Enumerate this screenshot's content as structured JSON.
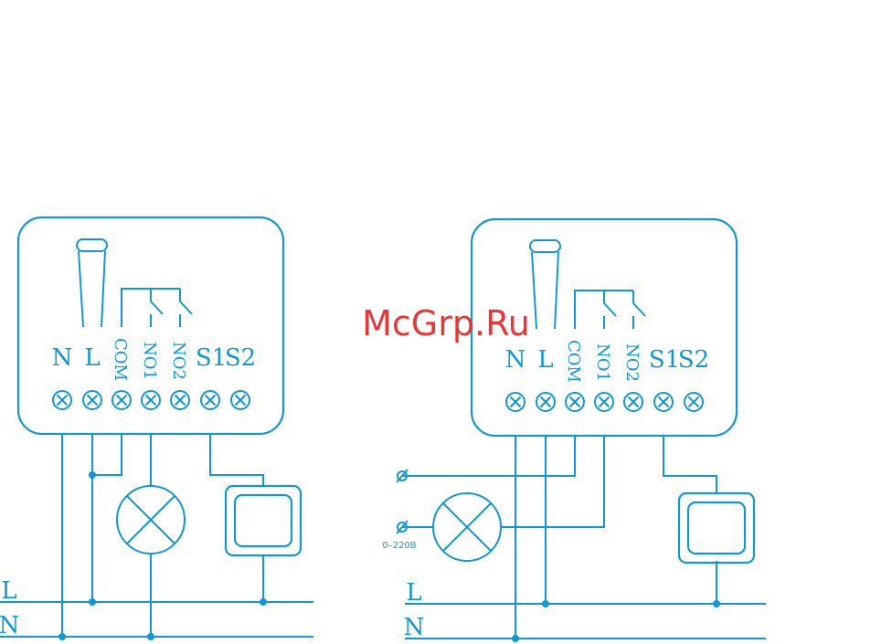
{
  "colors": {
    "line": "#1596cc",
    "watermark": "#e23a3a",
    "background": "#ffffff"
  },
  "watermark": "McGrp.Ru",
  "terminals": {
    "n": "N",
    "l": "L",
    "com": "COM",
    "no1": "NO1",
    "no2": "NO2",
    "s1": "S1",
    "s2": "S2"
  },
  "line_labels": {
    "l": "L",
    "n": "N"
  },
  "voltage_label": "0–220В",
  "icons": [
    "antenna-icon",
    "relay-contact-icon",
    "terminal-screw-icon",
    "lamp-icon",
    "wall-switch-icon",
    "voltage-source-icon",
    "junction-dot-icon"
  ]
}
